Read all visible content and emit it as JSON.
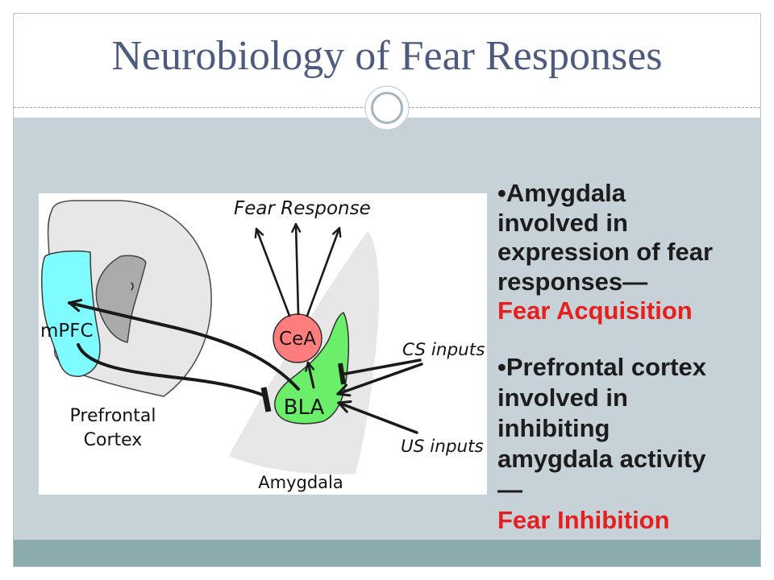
{
  "slide": {
    "title": "Neurobiology of Fear Responses"
  },
  "diagram": {
    "labels": {
      "fear_response": "Fear Response",
      "mpfc": "mPFC",
      "prefrontal_cortex": [
        "Prefrontal",
        "Cortex"
      ],
      "cea": "CeA",
      "bla": "BLA",
      "cs_inputs": "CS inputs",
      "us_inputs": "US inputs",
      "amygdala": "Amygdala"
    }
  },
  "bullets": [
    {
      "text": "•Amygdala involved in expression of fear responses—",
      "highlight": "Fear Acquisition"
    },
    {
      "text": "•Prefrontal cortex involved in inhibiting amygdala activity—",
      "highlight": "Fear Inhibition"
    }
  ],
  "colors": {
    "title": "#4d5c7e",
    "body_text": "#1c1c1c",
    "highlight": "#e61e1e",
    "content_panel": "#c6d1d8",
    "footer_band": "#8cabad",
    "mpfc_fill": "#7ffcff",
    "bla_fill": "#6bef6b",
    "cea_fill": "#ff7d7d",
    "region_gray": "#e7e7e7",
    "inner_gray": "#ababab"
  }
}
